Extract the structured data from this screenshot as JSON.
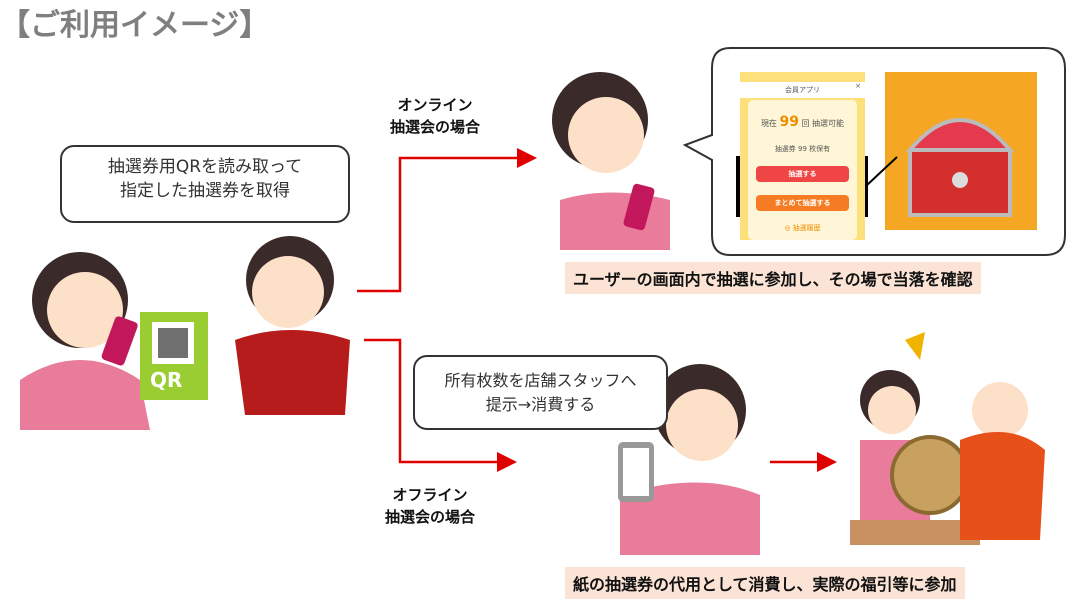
{
  "title": "【ご利用イメージ】",
  "left_bubble": {
    "line1": "抽選券用QRを読み取って",
    "line2": "指定した抽選券を取得"
  },
  "qr_sign": "QR",
  "online": {
    "line1": "オンライン",
    "line2": "抽選会の場合",
    "caption": "ユーザーの画面内で抽選に参加し、その場で当落を確認"
  },
  "offline": {
    "line1": "オフライン",
    "line2": "抽選会の場合",
    "caption": "紙の抽選券の代用として消費し、実際の福引等に参加",
    "bubble_line1": "所有枚数を店舗スタッフへ",
    "bubble_line2": "提示→消費する"
  },
  "app": {
    "header": "会員アプリ",
    "close": "×",
    "count_prefix": "現在",
    "count": "99",
    "count_suffix": "回 抽選可能",
    "tickets": "抽選券 99 枚保有",
    "btn_draw": "抽選する",
    "btn_bulk": "まとめて抽選する",
    "history": "◎ 抽選履歴"
  },
  "colors": {
    "arrow": "#e00000",
    "caption_bg": "#fbe3d6"
  }
}
